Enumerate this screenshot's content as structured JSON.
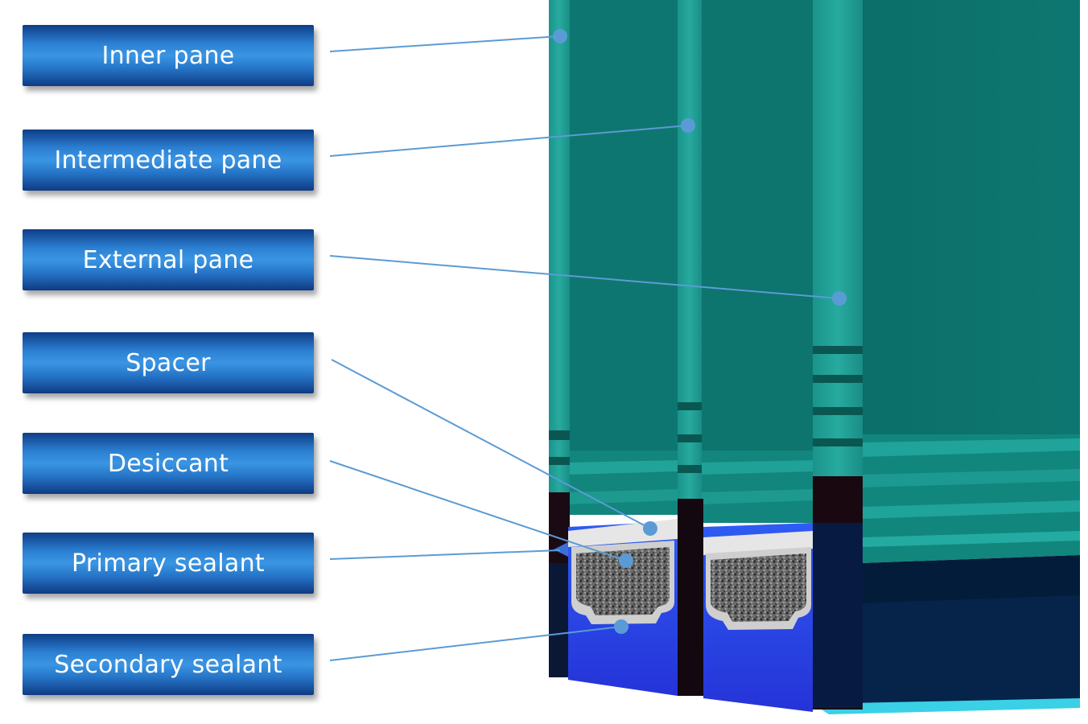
{
  "labels": [
    {
      "id": "inner-pane",
      "text": "Inner pane"
    },
    {
      "id": "intermediate-pane",
      "text": "Intermediate pane"
    },
    {
      "id": "external-pane",
      "text": "External pane"
    },
    {
      "id": "spacer",
      "text": "Spacer"
    },
    {
      "id": "desiccant",
      "text": "Desiccant"
    },
    {
      "id": "primary-sealant",
      "text": "Primary sealant"
    },
    {
      "id": "secondary-sealant",
      "text": "Secondary sealant"
    }
  ],
  "colors": {
    "label_gradient_mid": "#3a95e3",
    "label_gradient_dark": "#0f3d86",
    "glass": "#0f7a72",
    "glass_dark": "#0b615c",
    "glass_edge": "#22a399",
    "secondary_sealant": "#2c3ff0",
    "dark_frame": "#0a1f3e",
    "leader_line": "#5b9bd5"
  }
}
